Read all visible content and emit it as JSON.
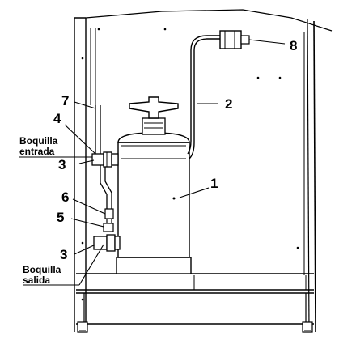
{
  "callouts": {
    "n1": "1",
    "n2": "2",
    "n3_top": "3",
    "n3_bottom": "3",
    "n4": "4",
    "n5": "5",
    "n6": "6",
    "n7": "7",
    "n8": "8"
  },
  "labels": {
    "inlet_line1": "Boquilla",
    "inlet_line2": "entrada",
    "outlet_line1": "Boquilla",
    "outlet_line2": "salida"
  }
}
